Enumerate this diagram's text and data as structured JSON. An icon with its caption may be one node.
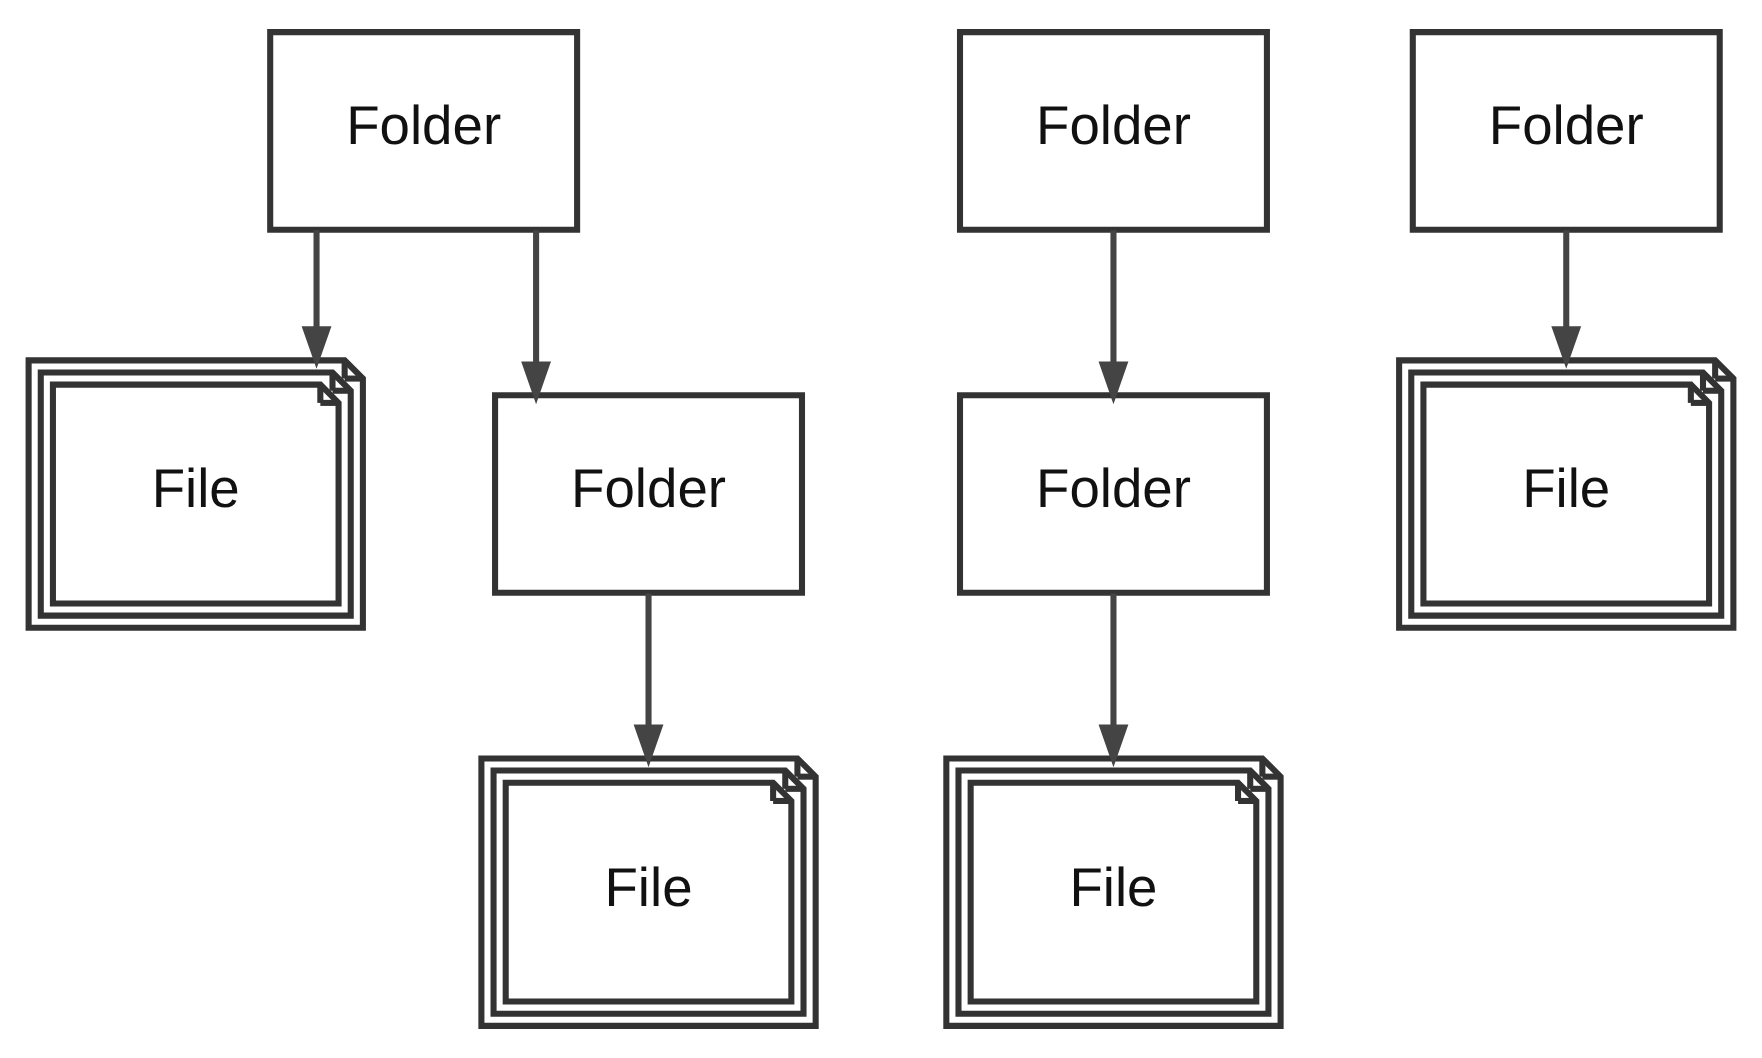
{
  "diagram": {
    "nodes": [
      {
        "text": [
          "Folder"
        ]
      },
      {
        "text": [
          "File"
        ]
      },
      {
        "text": [
          "Folder"
        ]
      },
      {
        "text": [
          "File"
        ]
      },
      {
        "text": [
          "Folder"
        ]
      },
      {
        "text": [
          "Folder"
        ]
      },
      {
        "text": [
          "File"
        ]
      },
      {
        "text": [
          "Folder"
        ]
      },
      {
        "text": [
          "File"
        ]
      }
    ],
    "edges": [
      {
        "from": 0,
        "to": 1,
        "arrow": "to"
      },
      {
        "from": 0,
        "to": 2,
        "arrow": "to"
      },
      {
        "from": 2,
        "to": 3,
        "arrow": "to"
      },
      {
        "from": 4,
        "to": 5,
        "arrow": "to"
      },
      {
        "from": 5,
        "to": 6,
        "arrow": "to"
      },
      {
        "from": 7,
        "to": 8,
        "arrow": "to"
      }
    ]
  }
}
